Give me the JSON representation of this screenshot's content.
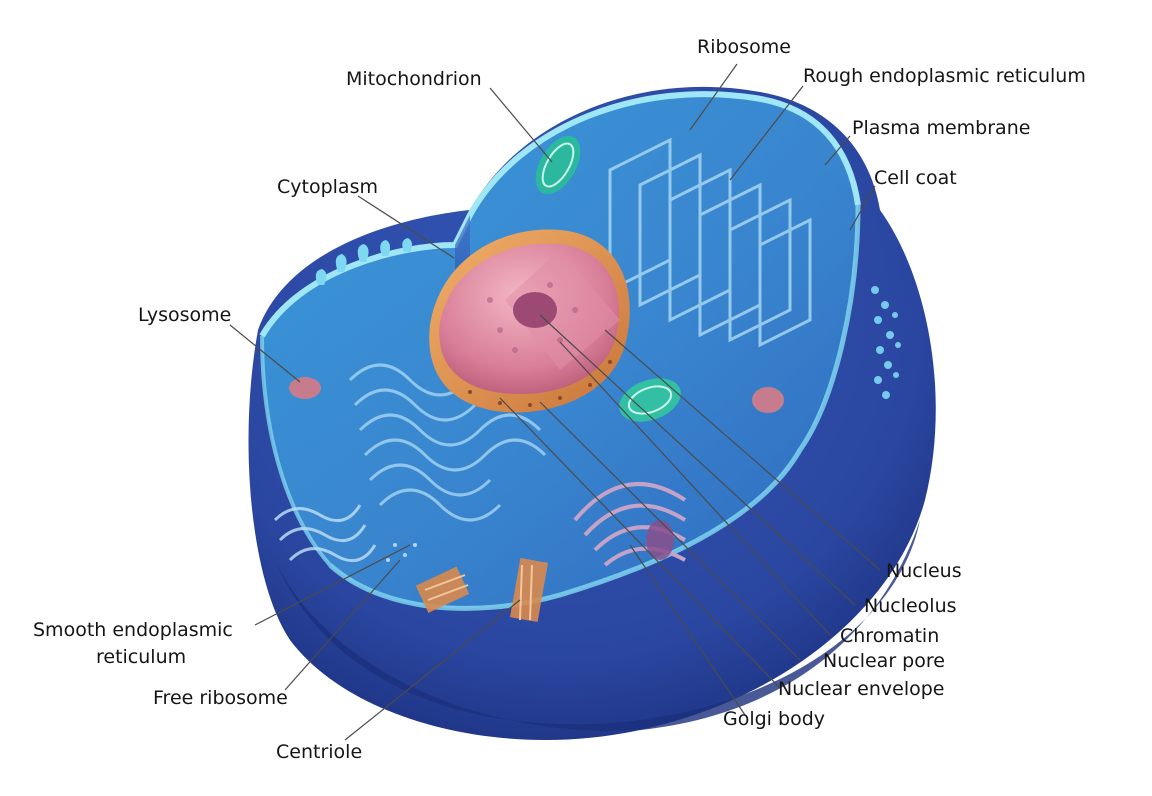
{
  "diagram": {
    "labels": {
      "ribosome": "Ribosome",
      "mitochondrion": "Mitochondrion",
      "rough_er": "Rough endoplasmic reticulum",
      "plasma_membrane": "Plasma membrane",
      "cytoplasm": "Cytoplasm",
      "cell_coat": "Cell coat",
      "lysosome": "Lysosome",
      "smooth_er_line1": "Smooth endoplasmic",
      "smooth_er_line2": "reticulum",
      "free_ribosome": "Free ribosome",
      "centriole": "Centriole",
      "nucleus": "Nucleus",
      "nucleolus": "Nucleolus",
      "chromatin": "Chromatin",
      "nuclear_pore": "Nuclear pore",
      "nuclear_envelope": "Nuclear envelope",
      "golgi_body": "Golgi body"
    },
    "colors": {
      "cell_body": "#2b4ba6",
      "cell_body_dark": "#1c327e",
      "cytoplasm_top": "#3aa3dc",
      "membrane_rim": "#8fe0f4",
      "nucleus": "#d97b97",
      "nuclear_envelope": "#e7a15a",
      "golgi": "#a278a3",
      "centriole": "#d88a4c",
      "mitochondrion": "#3fc5ac",
      "lysosome": "#c77c8e",
      "leader_line": "#4b4b4b"
    }
  }
}
